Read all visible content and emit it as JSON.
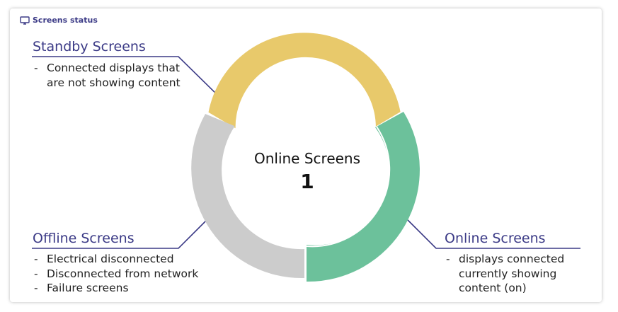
{
  "card": {
    "title": "Screens status",
    "icon": "monitor-icon"
  },
  "center": {
    "label": "Online Screens",
    "value": "1"
  },
  "callouts": {
    "standby": {
      "title": "Standby Screens",
      "items": [
        "Connected displays that are not showing content"
      ]
    },
    "offline": {
      "title": "Offline Screens",
      "items": [
        "Electrical disconnected",
        "Disconnected from network",
        "Failure screens"
      ]
    },
    "online": {
      "title": "Online Screens",
      "items": [
        "displays connected currently showing content (on)"
      ]
    }
  },
  "colors": {
    "accent": "#3b3a86",
    "standby": "#e8c96b",
    "offline": "#cccccc",
    "online": "#6cc19b"
  }
}
